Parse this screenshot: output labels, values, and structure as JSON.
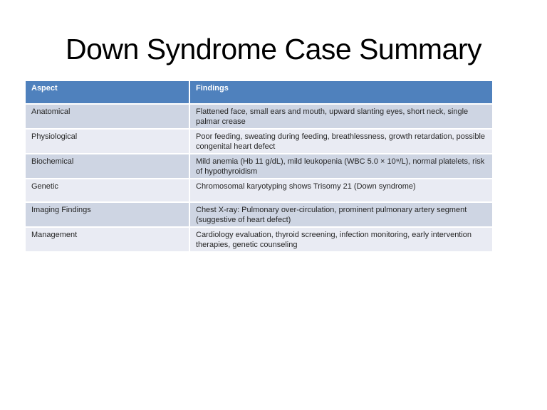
{
  "slide": {
    "title": "Down Syndrome Case Summary"
  },
  "table": {
    "headers": [
      "Aspect",
      "Findings"
    ],
    "rows": [
      {
        "aspect": "Anatomical",
        "findings": "Flattened face, small ears and mouth, upward slanting eyes, short neck, single palmar crease"
      },
      {
        "aspect": "Physiological",
        "findings": "Poor feeding, sweating during feeding, breathlessness, growth retardation, possible congenital heart defect"
      },
      {
        "aspect": "Biochemical",
        "findings": "Mild anemia (Hb 11 g/dL), mild leukopenia (WBC 5.0 × 10⁹/L), normal platelets, risk of hypothyroidism"
      },
      {
        "aspect": "Genetic",
        "findings": "Chromosomal karyotyping shows Trisomy 21 (Down syndrome)"
      },
      {
        "aspect": "Imaging Findings",
        "findings": "Chest X-ray: Pulmonary over-circulation, prominent pulmonary artery segment (suggestive of heart defect)"
      },
      {
        "aspect": "Management",
        "findings": "Cardiology evaluation, thyroid screening, infection monitoring, early intervention therapies, genetic counseling"
      }
    ]
  },
  "colors": {
    "header_bg": "#4F81BD",
    "header_text": "#FFFFFF",
    "band_dark": "#CED5E3",
    "band_light": "#E9EBF3",
    "body_text": "#262626",
    "page_bg": "#FFFFFF"
  }
}
